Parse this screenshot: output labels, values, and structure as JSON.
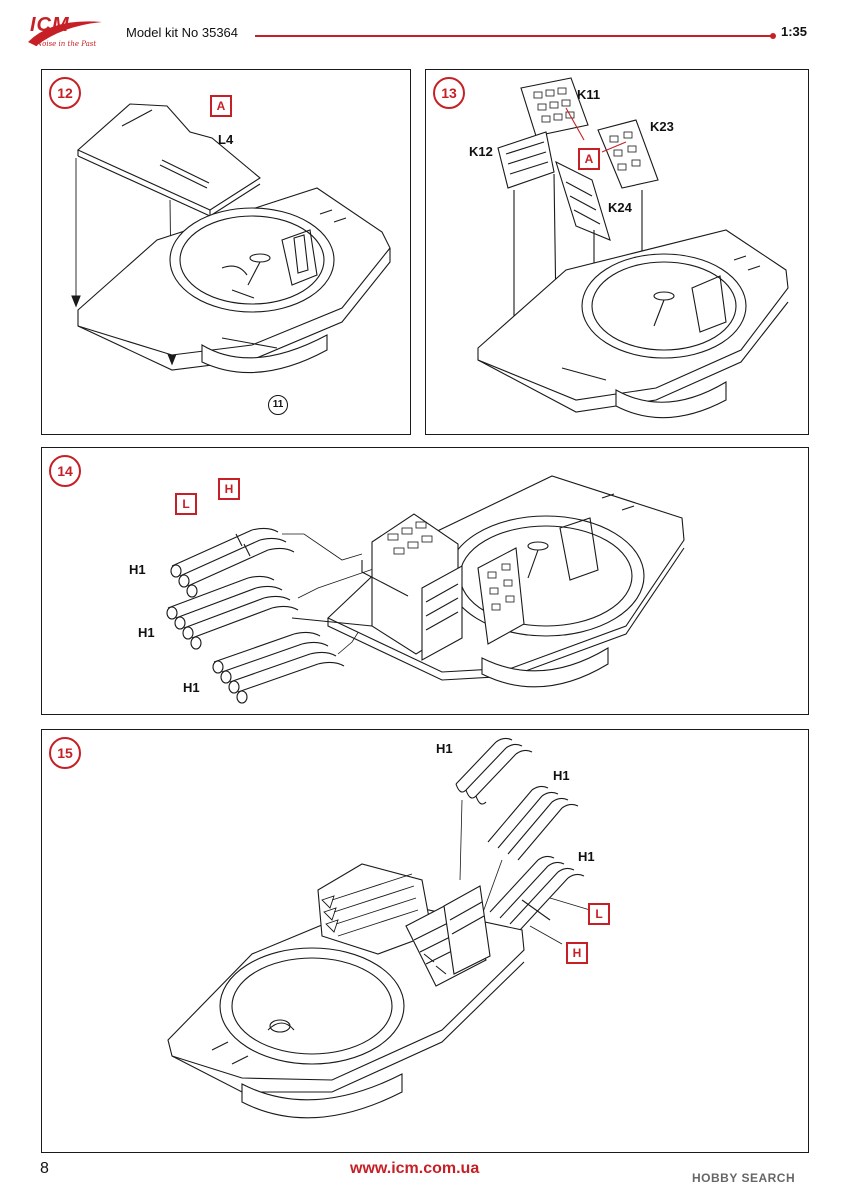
{
  "header": {
    "brand": "ICM",
    "tagline": "Noise in the Past",
    "kit_label": "Model kit No 35364",
    "scale": "1:35"
  },
  "steps": [
    {
      "number": "12",
      "labels": {
        "part": "L4",
        "ref": "11",
        "sprue": "A"
      }
    },
    {
      "number": "13",
      "labels": {
        "k11": "K11",
        "k23": "K23",
        "k12": "K12",
        "k24": "K24",
        "sprue": "A"
      }
    },
    {
      "number": "14",
      "labels": {
        "h1a": "H1",
        "h1b": "H1",
        "h1c": "H1",
        "sprue_l": "L",
        "sprue_h": "H"
      }
    },
    {
      "number": "15",
      "labels": {
        "h1a": "H1",
        "h1b": "H1",
        "h1c": "H1",
        "sprue_l": "L",
        "sprue_h": "H"
      }
    }
  ],
  "footer": {
    "page_number": "8",
    "url": "www.icm.com.ua",
    "watermark": "HOBBY SEARCH"
  },
  "colors": {
    "accent": "#c62026",
    "line": "#1a1a1a"
  }
}
